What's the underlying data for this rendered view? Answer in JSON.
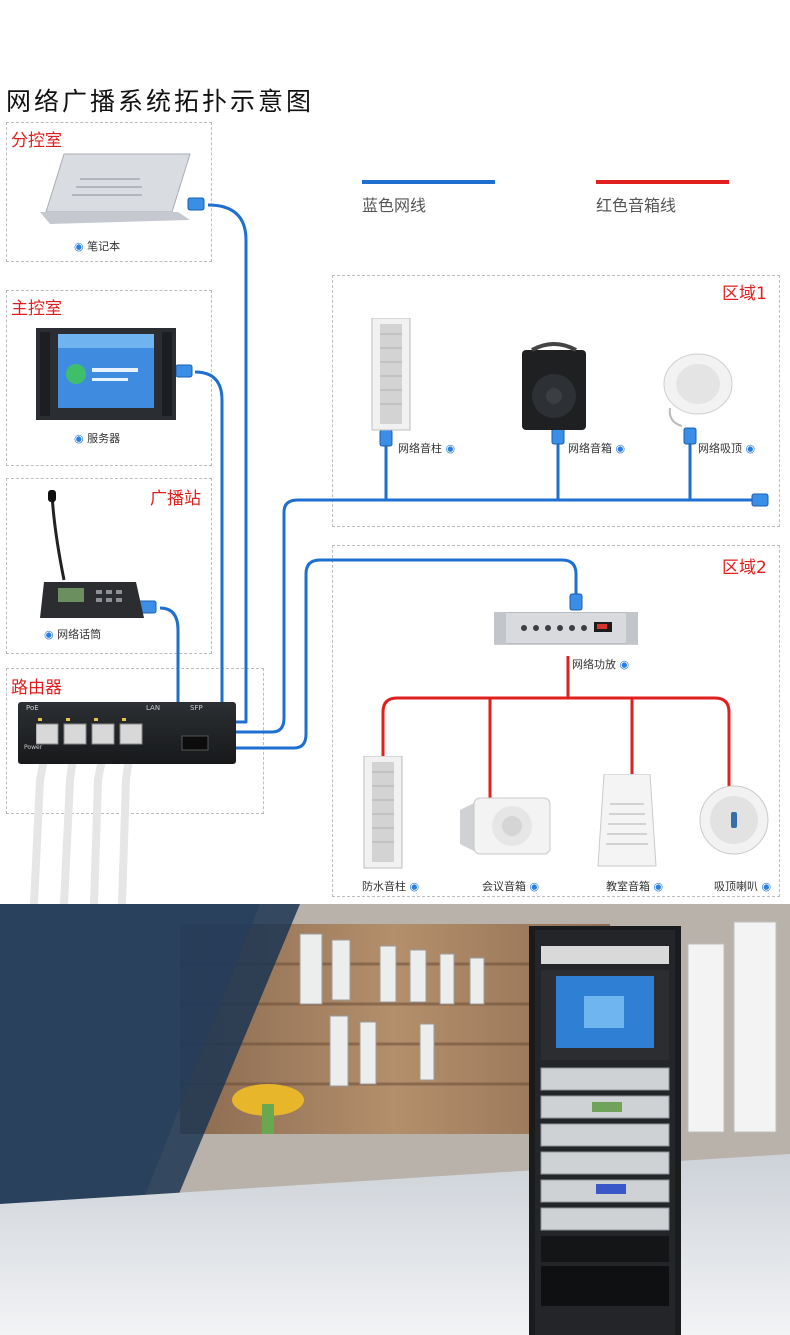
{
  "title": "网络广播系统拓扑示意图",
  "legend": {
    "blue_label": "蓝色网线",
    "red_label": "红色音箱线",
    "blue_color": "#1f6fd1",
    "red_color": "#e0201e"
  },
  "sections": {
    "sub_control": "分控室",
    "main_control": "主控室",
    "broadcast_station": "广播站",
    "router": "路由器",
    "zone1": "区域1",
    "zone2": "区域2"
  },
  "devices": {
    "laptop": "笔记本",
    "server": "服务器",
    "mic": "网络话筒",
    "column_speaker": "网络音柱",
    "box_speaker": "网络音箱",
    "ceiling_speaker": "网络吸顶",
    "amplifier": "网络功放",
    "waterproof_column": "防水音柱",
    "meeting_speaker": "会议音箱",
    "classroom_speaker": "教室音箱",
    "ceiling_horn": "吸顶喇叭"
  },
  "router_panel": {
    "poe": "PoE",
    "lan": "LAN",
    "sfp": "SFP",
    "power": "Power"
  },
  "icons": [
    "laptop-icon",
    "server-rack-icon",
    "microphone-icon",
    "router-icon",
    "column-speaker-icon",
    "box-speaker-icon",
    "ceiling-speaker-icon",
    "amplifier-icon",
    "cabinet-icon"
  ]
}
